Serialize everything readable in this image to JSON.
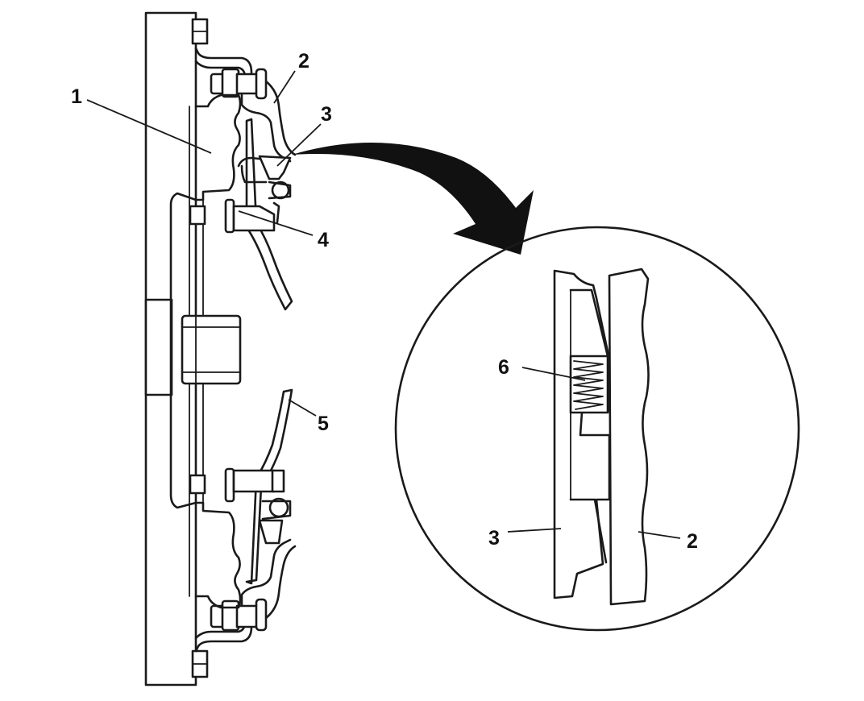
{
  "callouts": {
    "c1": "1",
    "c2_top": "2",
    "c3_top": "3",
    "c4": "4",
    "c5": "5",
    "c6": "6",
    "c3_detail": "3",
    "c2_detail": "2"
  }
}
